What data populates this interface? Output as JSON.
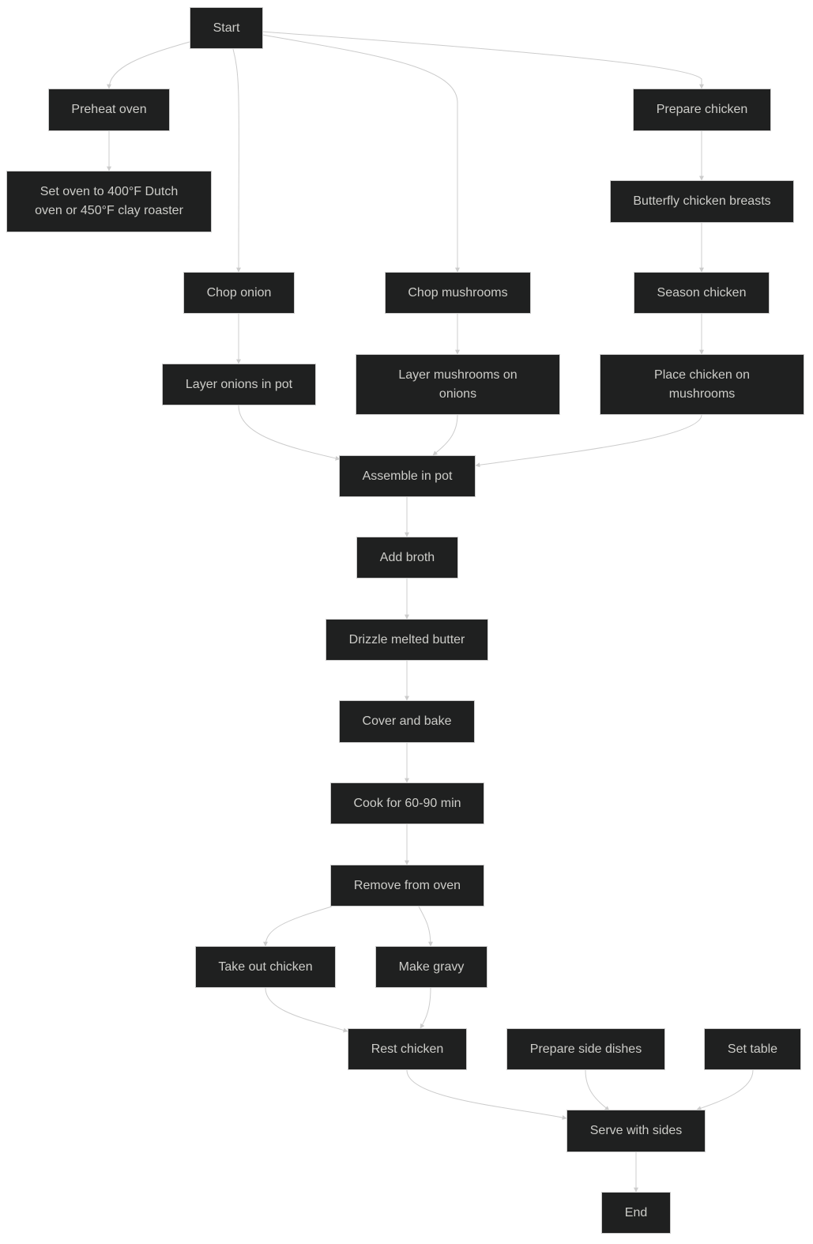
{
  "diagram": {
    "colors": {
      "node_fill": "#1f2020",
      "node_border": "#cccccc",
      "node_text": "#ccccc8",
      "edge": "#cccccc",
      "background": "#ffffff"
    },
    "nodes": {
      "start": "Start",
      "preheat_oven": "Preheat oven",
      "set_oven": "Set oven to 400°F Dutch oven or 450°F clay roaster",
      "prepare_chicken": "Prepare chicken",
      "butterfly_chicken": "Butterfly chicken breasts",
      "chop_onion": "Chop onion",
      "chop_mushrooms": "Chop mushrooms",
      "season_chicken": "Season chicken",
      "layer_onions": "Layer onions in pot",
      "layer_mushrooms": "Layer mushrooms on onions",
      "place_chicken": "Place chicken on mushrooms",
      "assemble_pot": "Assemble in pot",
      "add_broth": "Add broth",
      "drizzle_butter": "Drizzle melted butter",
      "cover_bake": "Cover and bake",
      "cook_time": "Cook for 60-90 min",
      "remove_oven": "Remove from oven",
      "take_out_chicken": "Take out chicken",
      "make_gravy": "Make gravy",
      "rest_chicken": "Rest chicken",
      "prepare_sides": "Prepare side dishes",
      "set_table": "Set table",
      "serve": "Serve with sides",
      "end": "End"
    }
  }
}
